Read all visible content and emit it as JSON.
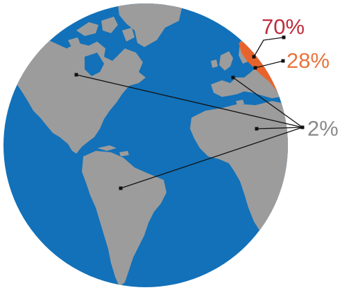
{
  "colors": {
    "ocean": "#1271b9",
    "land": "#9c9c9c",
    "highlight": "#e8632c",
    "label_70": "#bf2c3b",
    "label_28": "#e8743c",
    "label_2": "#8a8a8a",
    "leader_line": "#111111"
  },
  "labels": {
    "pct_70": "70%",
    "pct_28": "28%",
    "pct_2": "2%"
  }
}
